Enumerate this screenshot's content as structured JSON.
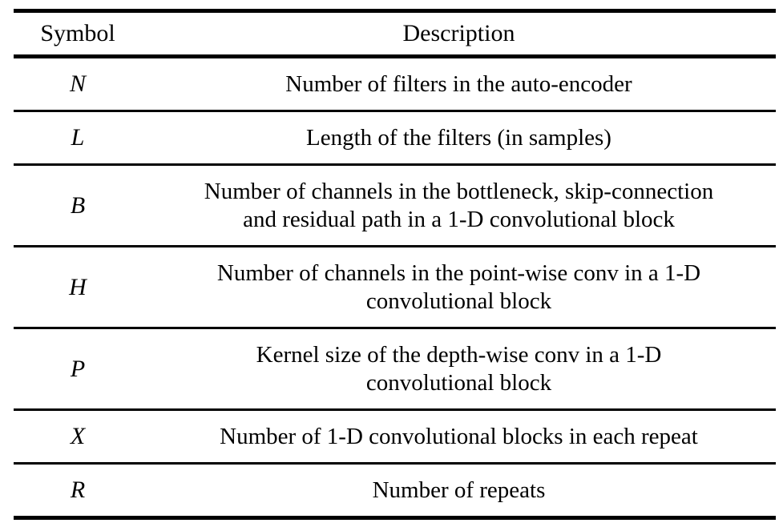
{
  "table": {
    "headers": {
      "symbol": "Symbol",
      "description": "Description"
    },
    "rows": [
      {
        "symbol": "N",
        "description": "Number of filters in the auto-encoder",
        "lines": [
          "Number of filters in the auto-encoder"
        ]
      },
      {
        "symbol": "L",
        "description": "Length of the filters (in samples)",
        "lines": [
          "Length of the filters (in samples)"
        ]
      },
      {
        "symbol": "B",
        "description": "Number of channels in the bottleneck, skip-connection and residual path in a 1-D convolutional block",
        "lines": [
          "Number of channels in the bottleneck, skip-connection",
          "and residual path in a 1-D convolutional block"
        ]
      },
      {
        "symbol": "H",
        "description": "Number of channels in the point-wise conv in a 1-D convolutional block",
        "lines": [
          "Number of channels in the point-wise conv in a 1-D",
          "convolutional block"
        ]
      },
      {
        "symbol": "P",
        "description": "Kernel size of the depth-wise conv in a 1-D convolutional block",
        "lines": [
          "Kernel size of the depth-wise conv in a 1-D",
          "convolutional block"
        ]
      },
      {
        "symbol": "X",
        "description": "Number of 1-D convolutional blocks in each repeat",
        "lines": [
          "Number of 1-D convolutional blocks in each repeat"
        ]
      },
      {
        "symbol": "R",
        "description": "Number of repeats",
        "lines": [
          "Number of repeats"
        ]
      }
    ],
    "colors": {
      "rule": "#000000",
      "text": "#000000",
      "background": "#ffffff"
    }
  }
}
